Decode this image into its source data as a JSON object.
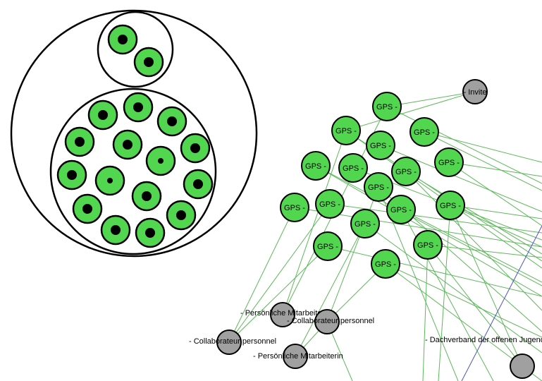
{
  "colors": {
    "background": "#ffffff",
    "group_node_fill": "#52d64f",
    "other_node_fill": "#a0a0a0",
    "node_stroke": "#000000",
    "green_edge": "#5db85a",
    "blue_edge": "#4b53c9"
  },
  "pack": {
    "outer_circle": "container",
    "groups": [
      {
        "name": "small-group",
        "member_count": 2
      },
      {
        "name": "large-group",
        "member_count": 15
      }
    ]
  },
  "network": {
    "gps_label": "GPS -",
    "gps_node_count": 17,
    "other_nodes": [
      {
        "id": "invite",
        "label": "- Invite"
      },
      {
        "id": "persoenliche-1",
        "label": "- Persönliche Mitarbeiterin"
      },
      {
        "id": "collaborateur-1",
        "label": "- Collaborateur personnel"
      },
      {
        "id": "collaborateur-2",
        "label": "- Collaborateur personnel"
      },
      {
        "id": "persoenliche-2",
        "label": "- Persönliche Mitarbeiterin"
      },
      {
        "id": "dachverband",
        "label": "- Dachverband der offenen Jugendar"
      }
    ]
  }
}
